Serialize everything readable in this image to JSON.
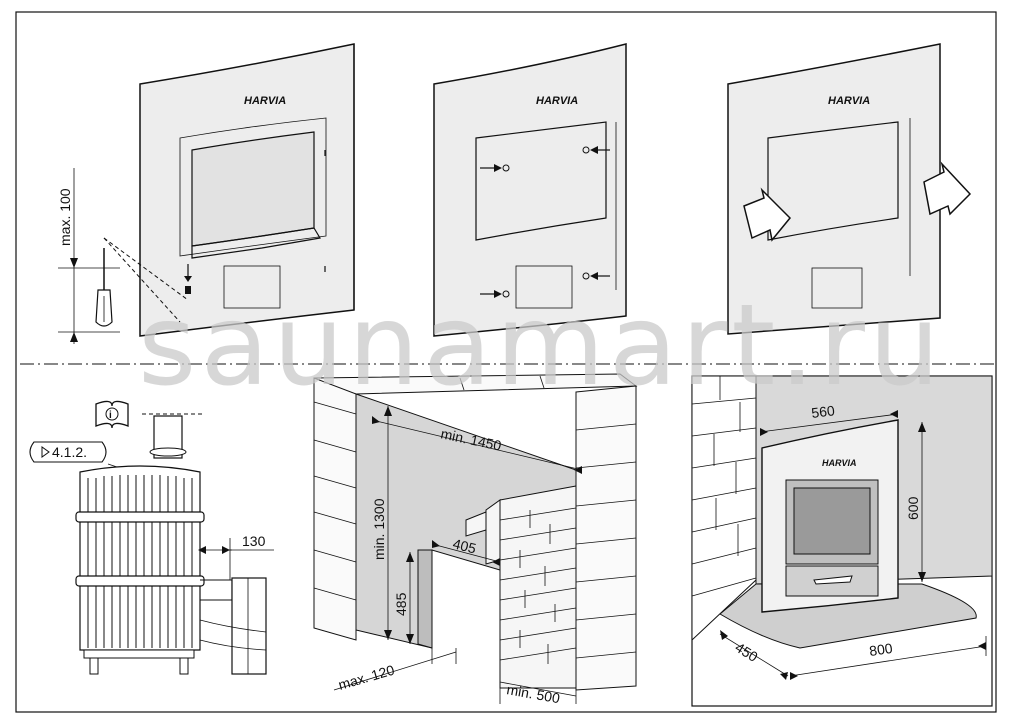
{
  "watermark": "saunamart.ru",
  "brand_logo": "HARVIA",
  "top_row": {
    "step1_dimension": "max. 100"
  },
  "bottom_left": {
    "reference": "4.1.2.",
    "dimension_side": "130"
  },
  "bottom_middle": {
    "width_label": "min. 1450",
    "height_label": "min. 1300",
    "opening_width": "405",
    "opening_height": "485",
    "wall_thickness": "max. 120",
    "brick_width": "min. 500"
  },
  "bottom_right": {
    "panel_width": "560",
    "panel_height": "600",
    "floor_depth": "450",
    "floor_width": "800"
  },
  "icons": [
    "book-info-icon",
    "screwdriver-icon",
    "arrow-icon"
  ]
}
